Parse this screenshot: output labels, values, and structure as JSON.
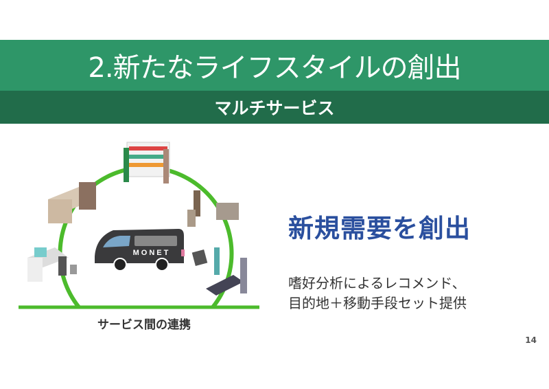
{
  "slide": {
    "title": "2.新たなライフスタイルの創出",
    "subtitle": "マルチサービス",
    "illustration": {
      "van_logo": "MONET",
      "caption": "サービス間の連携"
    },
    "headline": "新規需要を創出",
    "body_lines": [
      "嗜好分析によるレコメンド、",
      "目的地＋移動手段セット提供"
    ],
    "page_number": "14"
  },
  "colors": {
    "title_band": "#2e9668",
    "subtitle_band": "#216c4a",
    "ring": "#4cbb2c",
    "headline": "#2a4f9e"
  }
}
